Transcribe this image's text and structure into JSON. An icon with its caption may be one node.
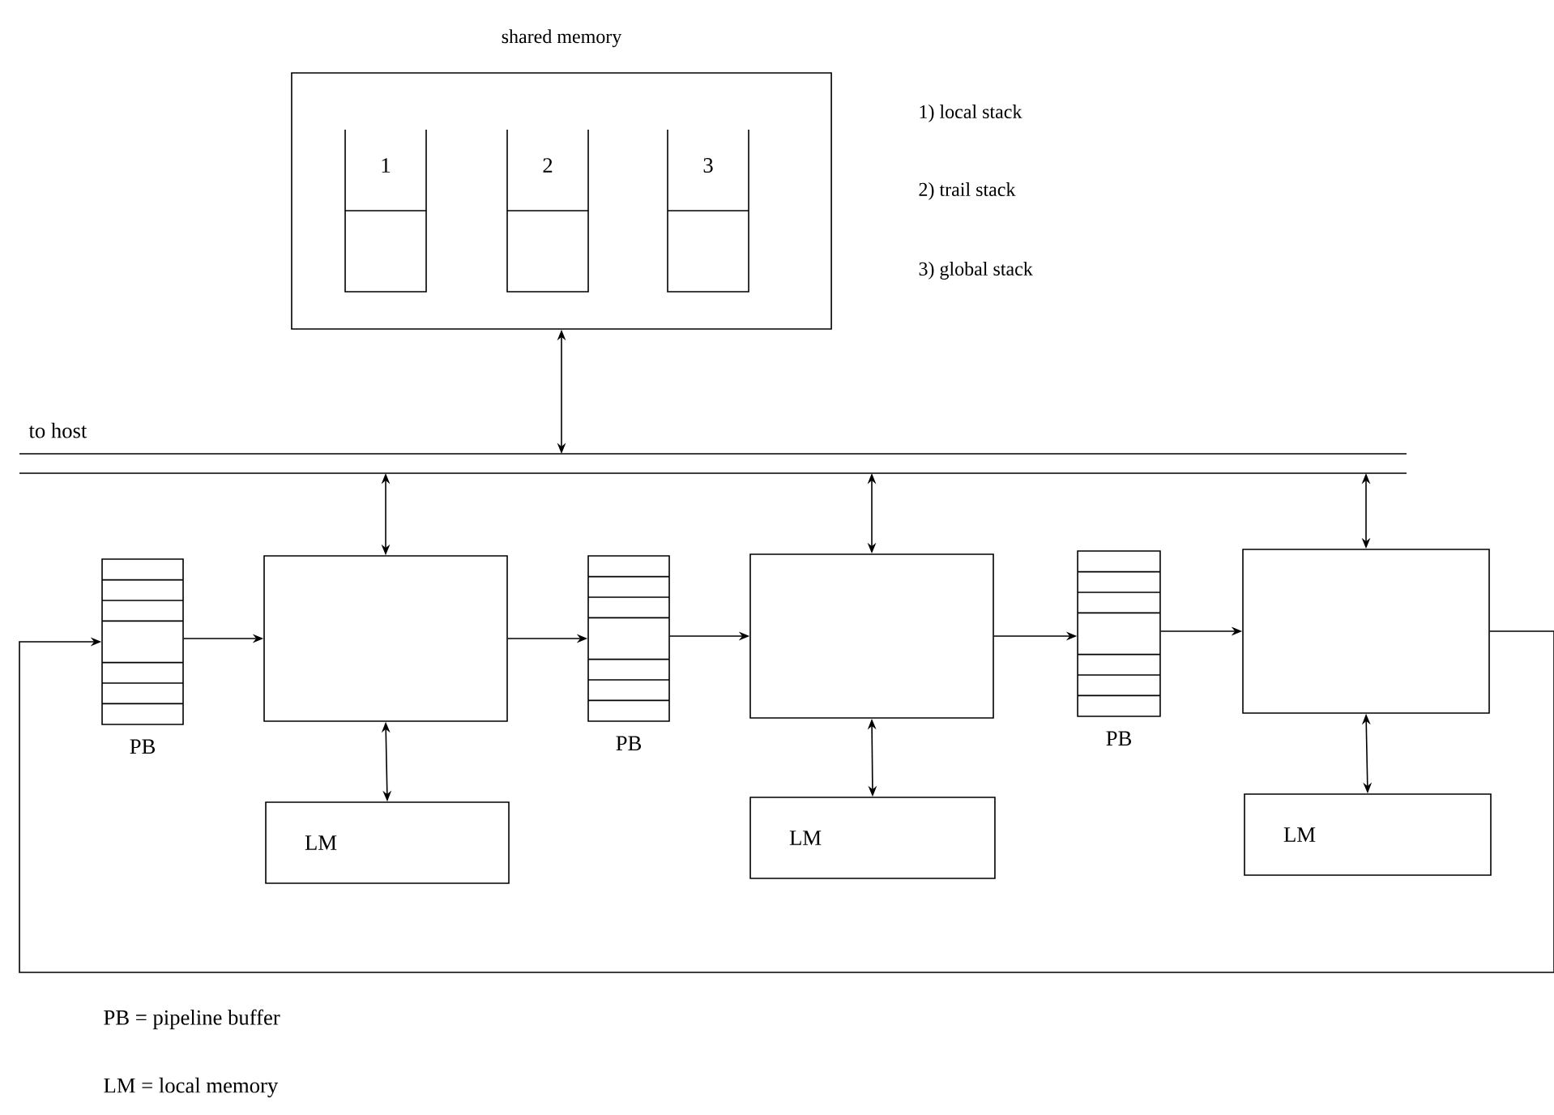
{
  "diagram": {
    "nodes": [
      {
        "text": [
          "shared memory"
        ]
      },
      {
        "text": [
          "1"
        ],
        "in": 0
      },
      {
        "text": [
          "2"
        ],
        "in": 0
      },
      {
        "text": [
          "3"
        ],
        "in": 0
      },
      {
        "text": [
          "to host"
        ]
      },
      {
        "text": [
          "PB"
        ]
      },
      {
        "text": [],
        "shape": "box"
      },
      {
        "text": [
          "LM"
        ]
      },
      {
        "text": [
          "PB"
        ]
      },
      {
        "text": [],
        "shape": "box"
      },
      {
        "text": [
          "LM"
        ]
      },
      {
        "text": [
          "PB"
        ]
      },
      {
        "text": [],
        "shape": "box"
      },
      {
        "text": [
          "LM"
        ]
      }
    ],
    "edges": [
      {
        "from": 0,
        "to": 4,
        "arrow": "both"
      },
      {
        "from": 4,
        "to": 6,
        "arrow": "both"
      },
      {
        "from": 4,
        "to": 9,
        "arrow": "both"
      },
      {
        "from": 4,
        "to": 12,
        "arrow": "both"
      },
      {
        "from": 6,
        "to": 7,
        "arrow": "both"
      },
      {
        "from": 9,
        "to": 10,
        "arrow": "both"
      },
      {
        "from": 12,
        "to": 13,
        "arrow": "both"
      },
      {
        "from": 5,
        "to": 6,
        "arrow": "to"
      },
      {
        "from": 6,
        "to": 8,
        "arrow": "to"
      },
      {
        "from": 8,
        "to": 9,
        "arrow": "to"
      },
      {
        "from": 9,
        "to": 11,
        "arrow": "to"
      },
      {
        "from": 11,
        "to": 12,
        "arrow": "to"
      },
      {
        "from": 12,
        "to": 5,
        "arrow": "to"
      }
    ],
    "labels": [
      "1) local stack",
      "2) trail stack",
      "3) global stack",
      "PB = pipeline buffer",
      "LM = local memory"
    ]
  }
}
